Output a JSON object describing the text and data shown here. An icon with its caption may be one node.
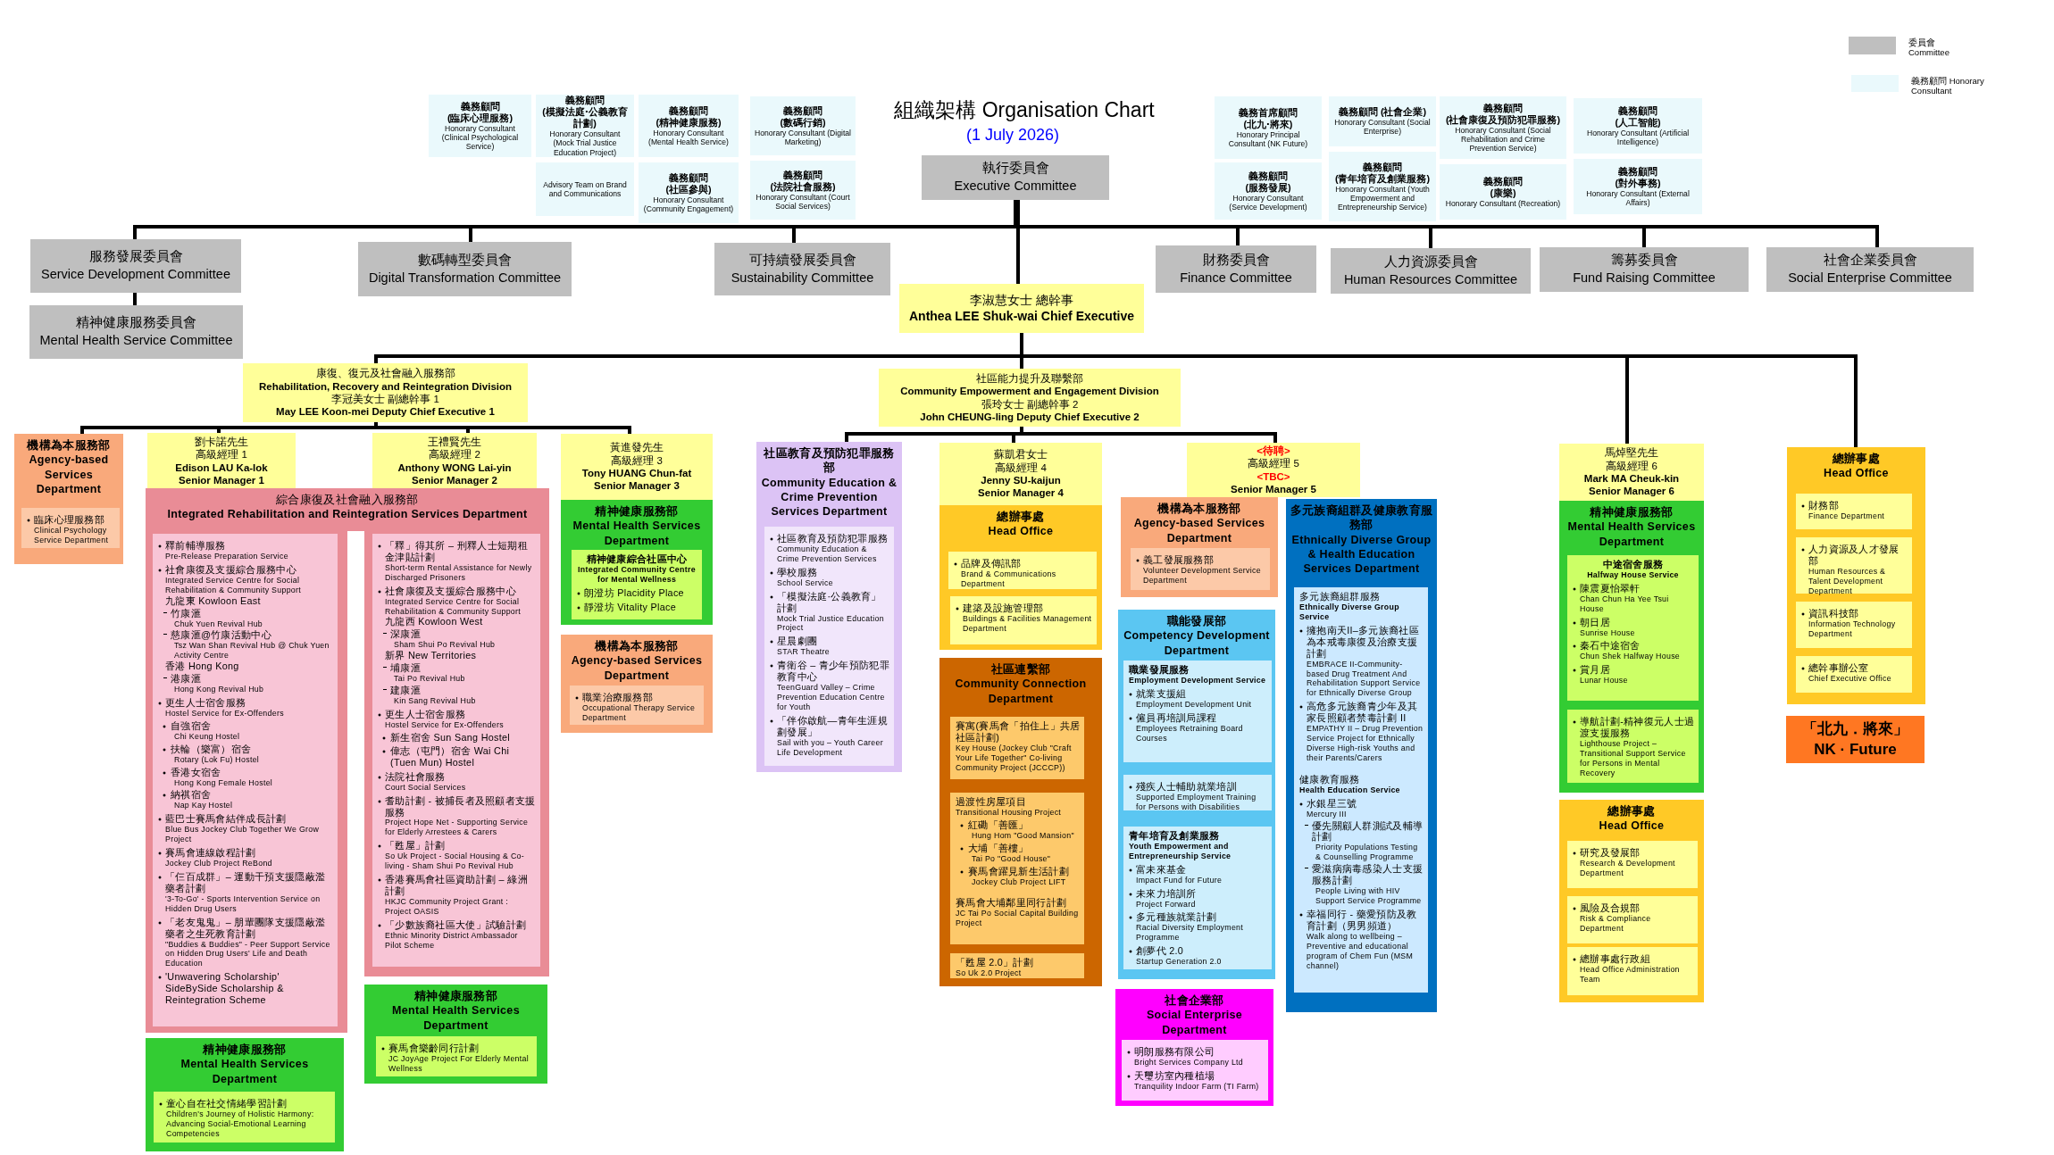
{
  "diagram": {
    "title": "組織架構 Organisation Chart",
    "nodes": [
      {
        "text": [
          "義務顧問",
          "(臨床心理服務)",
          "Honorary Consultant (Clinical Psychological Service)"
        ]
      },
      {
        "text": [
          "義務顧問",
          "(模擬法庭‧公義教育計劃)",
          "Honorary Consultant (Mock Trial Justice Education Project)"
        ]
      },
      {
        "text": [
          "義務顧問",
          "(精神健康服務)",
          "Honorary Consultant (Mental Health Service)"
        ]
      },
      {
        "text": [
          "義務顧問",
          "(數碼行銷)",
          "Honorary Consultant (Digital Marketing)"
        ]
      },
      {
        "text": [
          "Advisory Team on Brand and Communications"
        ]
      },
      {
        "text": [
          "義務顧問",
          "(社區參與)",
          "Honorary Consultant (Community Engagement)"
        ]
      },
      {
        "text": [
          "義務顧問",
          "(法院社會服務)",
          "Honorary Consultant (Court Social Services)"
        ]
      },
      {
        "text": [
          "執行委員會",
          "Executive Committee"
        ]
      },
      {
        "text": [
          "義務首席顧問",
          "(北九‧將來)",
          "Honorary Principal Consultant (NK Future)"
        ]
      },
      {
        "text": [
          "義務顧問 (社會企業)",
          "Honorary Consultant (Social Enterprise)"
        ]
      },
      {
        "text": [
          "義務顧問",
          "(社會康復及預防犯罪服務)",
          "Honorary Consultant (Social Rehabilitation and Crime Prevention Service)"
        ]
      },
      {
        "text": [
          "義務顧問",
          "(人工智能)",
          "Honorary Consultant (Artificial Intelligence)"
        ]
      },
      {
        "text": [
          "義務顧問",
          "(服務發展)",
          "Honorary Consultant (Service Development)"
        ]
      },
      {
        "text": [
          "義務顧問",
          "(青年培育及創業服務)",
          "Honorary Consultant (Youth Empowerment and Entrepreneurship Service)"
        ]
      },
      {
        "text": [
          "義務顧問",
          "(康樂)",
          "Honorary Consultant (Recreation)"
        ]
      },
      {
        "text": [
          "義務顧問",
          "(對外事務)",
          "Honorary Consultant (External Affairs)"
        ]
      },
      {
        "text": [
          "服務發展委員會",
          "Service Development Committee"
        ]
      },
      {
        "text": [
          "數碼轉型委員會",
          "Digital Transformation Committee"
        ]
      },
      {
        "text": [
          "可持續發展委員會",
          "Sustainability Committee"
        ]
      },
      {
        "text": [
          "財務委員會",
          "Finance Committee"
        ]
      },
      {
        "text": [
          "人力資源委員會",
          "Human Resources Committee"
        ]
      },
      {
        "text": [
          "籌募委員會",
          "Fund Raising Committee"
        ]
      },
      {
        "text": [
          "社會企業委員會",
          "Social Enterprise Committee"
        ]
      },
      {
        "text": [
          "精神健康服務委員會",
          "Mental Health Service Committee"
        ]
      },
      {
        "text": [
          "李淑慧女士 總幹事",
          "Anthea LEE Shuk-wai Chief Executive"
        ]
      },
      {
        "text": [
          "康復、復元及社會融入服務部",
          "Rehabilitation, Recovery and Reintegration Division",
          "李冠美女士 副總幹事 1",
          "May LEE Koon-mei Deputy Chief Executive 1"
        ]
      },
      {
        "text": [
          "社區能力提升及聯繫部",
          "Community Empowerment and Engagement Division",
          "張玲女士 副總幹事 2",
          "John CHEUNG-ling Deputy Chief Executive 2"
        ]
      },
      {
        "text": [
          "機構為本服務部",
          "Agency-based Services Department"
        ]
      },
      {
        "text": [
          "臨床心理服務部",
          "Clinical Psychology Service Department"
        ],
        "in": 27
      },
      {
        "text": [
          "劉卡諾先生",
          "高級經理 1",
          "Edison LAU Ka-lok",
          "Senior Manager 1"
        ]
      },
      {
        "text": [
          "王禮賢先生",
          "高級經理 2",
          "Anthony WONG Lai-yin",
          "Senior Manager 2"
        ]
      },
      {
        "text": [
          "黃進發先生",
          "高級經理 3",
          "Tony HUANG Chun-fat",
          "Senior Manager 3"
        ]
      },
      {
        "text": [
          "綜合康復及社會融入服務部",
          "Integrated Rehabilitation and Reintegration Services Department"
        ]
      },
      {
        "text": [
          "釋前輔導服務",
          "Pre-Release Preparation Service",
          "社會康復及支援綜合服務中心",
          "Integrated Service Centre for Social Rehabilitation & Community Support",
          "九龍東 Kowloon East",
          "竹康滙",
          "Chuk Yuen Revival Hub",
          "慈康滙@竹康活動中心",
          "Tsz Wan Shan Revival Hub @ Chuk Yuen Activity Centre",
          "香港 Hong Kong",
          "港康滙",
          "Hong Kong Revival Hub",
          "更生人士宿舍服務",
          "Hostel Service for Ex-Offenders",
          "自強宿舍",
          "Chi Keung Hostel",
          "扶輪（樂富）宿舍",
          "Rotary (Lok Fu) Hostel",
          "香港女宿舍",
          "Hong Kong Female Hostel",
          "納祺宿舍",
          "Nap Kay Hostel",
          "藍巴士賽馬會結伴成長計劃",
          "Blue Bus Jockey Club Together We Grow Project",
          "賽馬會連線啟程計劃",
          "Jockey Club Project ReBond",
          "「仨百成群」– 運動干預支援隱蔽濫藥者計劃",
          "'3-To-Go' - Sports Intervention Service on Hidden Drug Users",
          "「老友鬼鬼」– 朋輩團隊支援隱蔽濫藥者之生死教育計劃",
          "\"Buddies & Buddies\" - Peer Support Service on Hidden Drug Users' Life and Death Education",
          "'Unwavering Scholarship' SideBySide Scholarship & Reintegration Scheme"
        ],
        "in": 32
      },
      {
        "text": [
          "「釋」得其所 – 刑釋人士短期租金津貼計劃",
          "Short-term Rental Assistance for Newly Discharged Prisoners",
          "社會康復及支援綜合服務中心",
          "Integrated Service Centre for Social Rehabilitation & Community Support",
          "九龍西 Kowloon West",
          "深康滙",
          "Sham Shui Po Revival Hub",
          "新界 New Territories",
          "埔康滙",
          "Tai Po Revival Hub",
          "建康滙",
          "Kin Sang Revival Hub",
          "更生人士宿舍服務",
          "Hostel Service for Ex-Offenders",
          "新生宿舍 Sun Sang Hostel",
          "偉志（屯門）宿舍 Wai Chi (Tuen Mun) Hostel",
          "法院社會服務",
          "Court Social Services",
          "耆助計劃 - 被捕長者及照顧者支援服務",
          "Project Hope Net - Supporting Service for Elderly Arrestees & Carers",
          "「甦屋」計劃",
          "So Uk Project - Social Housing & Co-living - Sham Shui Po Revival Hub",
          "香港賽馬會社區資助計劃 – 綠洲計劃",
          "HKJC Community Project Grant : Project OASIS",
          "「少數族裔社區大使」試驗計劃",
          "Ethnic Minority District Ambassador Pilot Scheme"
        ],
        "in": 32
      },
      {
        "text": [
          "精神健康服務部",
          "Mental Health Services Department"
        ]
      },
      {
        "text": [
          "童心自在社交情緒學習計劃",
          "Children's Journey of Holistic Harmony: Advancing Social-Emotional Learning Competencies"
        ],
        "in": 35
      },
      {
        "text": [
          "精神健康服務部",
          "Mental Health Services Department"
        ]
      },
      {
        "text": [
          "賽馬會樂齡同行計劃",
          "JC JoyAge Project For Elderly Mental Wellness"
        ],
        "in": 37
      },
      {
        "text": [
          "精神健康服務部",
          "Mental Health Services Department"
        ]
      },
      {
        "text": [
          "精神健康綜合社區中心",
          "Integrated Community Centre for Mental Wellness",
          "朗澄坊 Placidity Place",
          "靜澄坊 Vitality Place"
        ],
        "in": 39
      },
      {
        "text": [
          "機構為本服務部",
          "Agency-based Services Department"
        ]
      },
      {
        "text": [
          "職業治療服務部",
          "Occupational Therapy Service Department"
        ],
        "in": 41
      },
      {
        "text": [
          "社區教育及預防犯罪服務部",
          "Community Education & Crime Prevention Services Department"
        ]
      },
      {
        "text": [
          "社區教育及預防犯罪服務",
          "Community Education & Crime Prevention Services",
          "學校服務",
          "School Service",
          "「模擬法庭‧公義教育」計劃",
          "Mock Trial Justice Education Project",
          "星晨劇團",
          "STAR Theatre",
          "青衛谷 – 青少年預防犯罪教育中心",
          "TeenGuard Valley – Crime Prevention Education Centre for Youth",
          "「伴你啟航—青年生涯規劃發展」",
          "Sail with you – Youth Career Life Development"
        ],
        "in": 43
      },
      {
        "text": [
          "蘇凱君女士",
          "高級經理 4",
          "Jenny SU-kaijun",
          "Senior Manager 4"
        ]
      },
      {
        "text": [
          "總辦事處",
          "Head Office"
        ]
      },
      {
        "text": [
          "品牌及傳訊部",
          "Brand & Communications Department"
        ],
        "in": 46
      },
      {
        "text": [
          "建築及設施管理部",
          "Buildings & Facilities Management Department"
        ],
        "in": 46
      },
      {
        "text": [
          "社區連繫部",
          "Community Connection Department"
        ]
      },
      {
        "text": [
          "賽寓(賽馬會「拍住上」共居社區計劃)",
          "Key House (Jockey Club \"Craft Your Life Together\" Co-living Community Project (JCCCP))"
        ],
        "in": 49
      },
      {
        "text": [
          "過渡性房屋項目",
          "Transitional Housing Project",
          "紅磡「善匯」",
          "Hung Hom \"Good Mansion\"",
          "大埔「善樓」",
          "Tai Po \"Good House\"",
          "賽馬會躍見新生活計劃",
          "Jockey Club Project LIFT",
          "賽馬會大埔鄰里同行計劃",
          "JC Tai Po Social Capital Building Project"
        ],
        "in": 49
      },
      {
        "text": [
          "「甦屋 2.0」計劃",
          "So Uk 2.0 Project"
        ],
        "in": 49
      },
      {
        "text": [
          "<待聘>",
          "高級經理 5",
          "<TBC>",
          "Senior Manager 5"
        ]
      },
      {
        "text": [
          "機構為本服務部",
          "Agency-based Services Department"
        ]
      },
      {
        "text": [
          "義工發展服務部",
          "Volunteer Development Service Department"
        ],
        "in": 54
      },
      {
        "text": [
          "職能發展部",
          "Competency Development Department"
        ]
      },
      {
        "text": [
          "職業發展服務",
          "Employment Development Service",
          "就業支援組",
          "Employment Development Unit",
          "僱員再培訓局課程",
          "Employees Retraining Board Courses"
        ],
        "in": 56
      },
      {
        "text": [
          "殘疾人士輔助就業培訓",
          "Supported Employment Training for Persons with Disabilities"
        ],
        "in": 56
      },
      {
        "text": [
          "青年培育及創業服務",
          "Youth Empowerment and Entrepreneurship Service",
          "富未來基金",
          "Impact Fund for Future",
          "未來力培訓所",
          "Project Forward",
          "多元種族就業計劃",
          "Racial Diversity Employment Programme",
          "創夢代 2.0",
          "Startup Generation 2.0"
        ],
        "in": 56
      },
      {
        "text": [
          "社會企業部",
          "Social Enterprise Department"
        ]
      },
      {
        "text": [
          "明朗服務有限公司",
          "Bright Services Company Ltd",
          "天璽坊室內種植場",
          "Tranquility Indoor Farm (TI Farm)"
        ],
        "in": 60
      },
      {
        "text": [
          "多元族裔組群及健康教育服務部",
          "Ethnically Diverse Group & Health Education Services Department"
        ]
      },
      {
        "text": [
          "多元族裔組群服務",
          "Ethnically Diverse Group Service",
          "擁抱南天II–多元族裔社區為本戒毒康復及治療支援計劃",
          "EMBRACE II-Community-based Drug Treatment And Rehabilitation Support Service for Ethnically Diverse Group",
          "高危多元族裔青少年及其家長照顧者禁毒計劃 II",
          "EMPATHY II – Drug Prevention Service Project for Ethnically Diverse High-risk Youths and their Parents/Carers",
          "健康教育服務",
          "Health Education Service",
          "水銀星三號",
          "Mercury III",
          "優先關顧人群測試及輔導計劃",
          "Priority Populations Testing & Counselling Programme",
          "愛滋病病毒感染人士支援服務計劃",
          "People Living with HIV Support Service Programme",
          "幸福同行 - 藥愛預防及教育計劃（男男頻道）",
          "Walk along to wellbeing – Preventive and educational program of Chem Fun (MSM channel)"
        ],
        "in": 62
      },
      {
        "text": [
          "馬焯堅先生",
          "高級經理 6",
          "Mark MA Cheuk-kin",
          "Senior Manager 6"
        ]
      },
      {
        "text": [
          "精神健康服務部",
          "Mental Health Services Department"
        ]
      },
      {
        "text": [
          "中途宿舍服務",
          "Halfway House Service",
          "陳震夏怡翠軒",
          "Chan Chun Ha Yee Tsui House",
          "朝日居",
          "Sunrise House",
          "秦石中途宿舍",
          "Chun Shek Halfway House",
          "賞月居",
          "Lunar House"
        ],
        "in": 65
      },
      {
        "text": [
          "導航計劃-精神復元人士過渡支援服務",
          "Lighthouse Project – Transitional Support Service for Persons in Mental Recovery"
        ],
        "in": 65
      },
      {
        "text": [
          "總辦事處",
          "Head Office"
        ]
      },
      {
        "text": [
          "研究及發展部",
          "Research & Development Department"
        ],
        "in": 68
      },
      {
        "text": [
          "風險及合規部",
          "Risk & Compliance Department"
        ],
        "in": 68
      },
      {
        "text": [
          "總辦事處行政組",
          "Head Office Administration Team"
        ],
        "in": 68
      },
      {
        "text": [
          "總辦事處",
          "Head Office"
        ]
      },
      {
        "text": [
          "財務部",
          "Finance Department"
        ],
        "in": 72
      },
      {
        "text": [
          "人力資源及人才發展部",
          "Human Resources & Talent Development Department"
        ],
        "in": 72
      },
      {
        "text": [
          "資訊科技部",
          "Information Technology Department"
        ],
        "in": 72
      },
      {
        "text": [
          "總幹事辦公室",
          "Chief Executive Office"
        ],
        "in": 72
      },
      {
        "text": [
          "「北九．將來」",
          "NK · Future"
        ]
      }
    ],
    "edges": [
      {
        "from": 7,
        "to": 16,
        "arrow": "none"
      },
      {
        "from": 7,
        "to": 17,
        "arrow": "none"
      },
      {
        "from": 7,
        "to": 18,
        "arrow": "none"
      },
      {
        "from": 7,
        "to": 19,
        "arrow": "none"
      },
      {
        "from": 7,
        "to": 20,
        "arrow": "none"
      },
      {
        "from": 7,
        "to": 21,
        "arrow": "none"
      },
      {
        "from": 7,
        "to": 22,
        "arrow": "none"
      },
      {
        "from": 7,
        "to": 24,
        "arrow": "none"
      },
      {
        "from": 16,
        "to": 23,
        "arrow": "none"
      },
      {
        "from": 24,
        "to": 25,
        "arrow": "none"
      },
      {
        "from": 24,
        "to": 26,
        "arrow": "none"
      },
      {
        "from": 24,
        "to": 64,
        "arrow": "none"
      },
      {
        "from": 24,
        "to": 72,
        "arrow": "none"
      },
      {
        "from": 25,
        "to": 27,
        "arrow": "none"
      },
      {
        "from": 25,
        "to": 29,
        "arrow": "none"
      },
      {
        "from": 25,
        "to": 30,
        "arrow": "none"
      },
      {
        "from": 25,
        "to": 31,
        "arrow": "none"
      },
      {
        "from": 26,
        "to": 43,
        "arrow": "none"
      },
      {
        "from": 26,
        "to": 45,
        "arrow": "none"
      },
      {
        "from": 26,
        "to": 53,
        "arrow": "none"
      }
    ],
    "labels": [
      "(1 July 2026)"
    ],
    "legend": [
      {
        "text": "委員會 Committee",
        "color": "#bfbfbf"
      },
      {
        "text": "義務顧問 Honorary Consultant",
        "color": "#eaf9fc"
      }
    ]
  }
}
